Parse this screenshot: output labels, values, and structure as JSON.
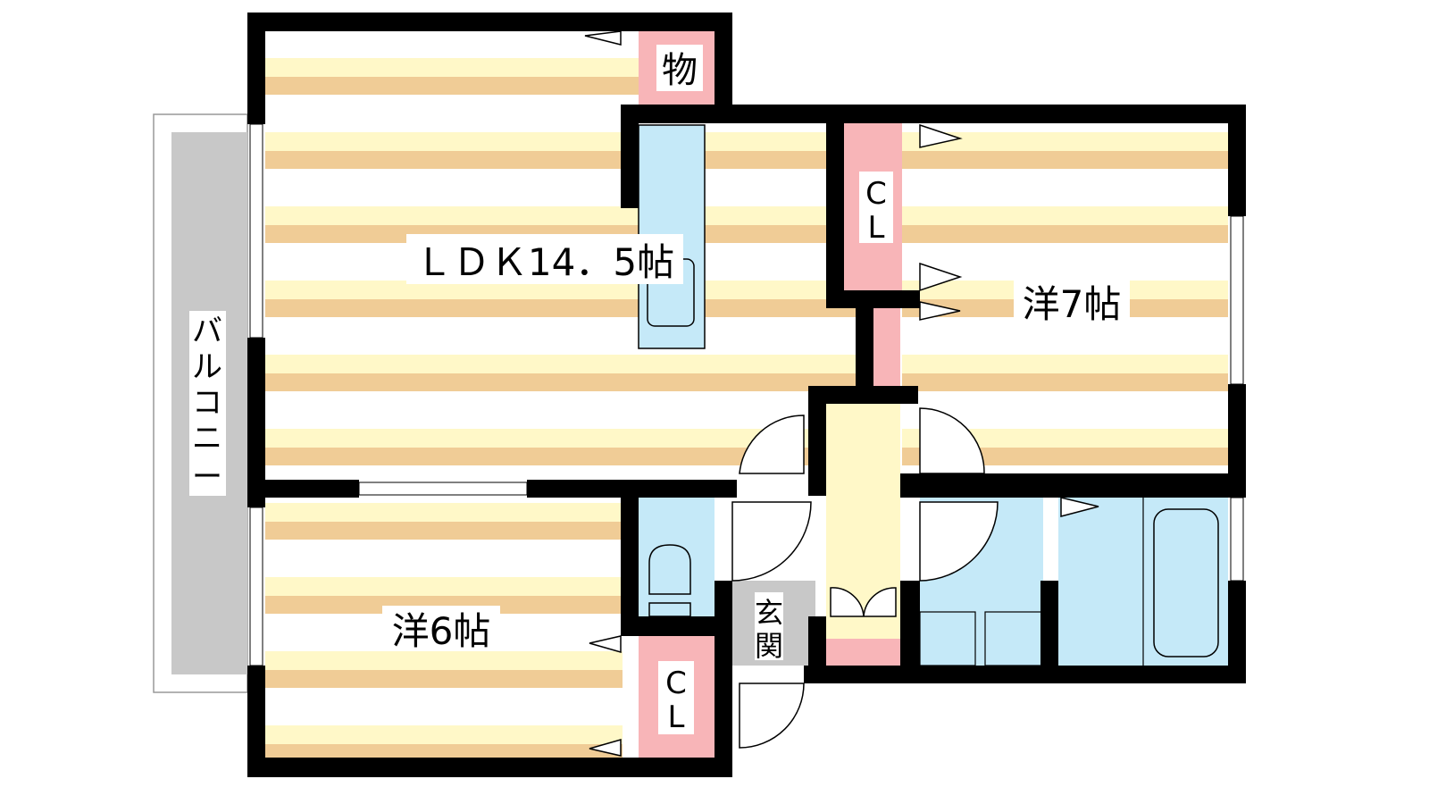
{
  "rooms": {
    "ldk": "ＬＤＫ14．5帖",
    "western7": "洋7帖",
    "western6": "洋6帖",
    "storage": "物",
    "closet_upper": [
      "C",
      "L"
    ],
    "closet_lower": [
      "C",
      "L"
    ],
    "entrance": [
      "玄",
      "関"
    ],
    "balcony": [
      "バ",
      "ル",
      "コ",
      "ニ",
      "ー"
    ]
  },
  "colors": {
    "floor_light": "#fff8c8",
    "floor_dark": "#f0cc96",
    "closet": "#f8b5b8",
    "wet_area": "#c5e9f8",
    "entrance": "#c8c8c8",
    "hall": "#fff8c8",
    "wall": "#000000"
  }
}
